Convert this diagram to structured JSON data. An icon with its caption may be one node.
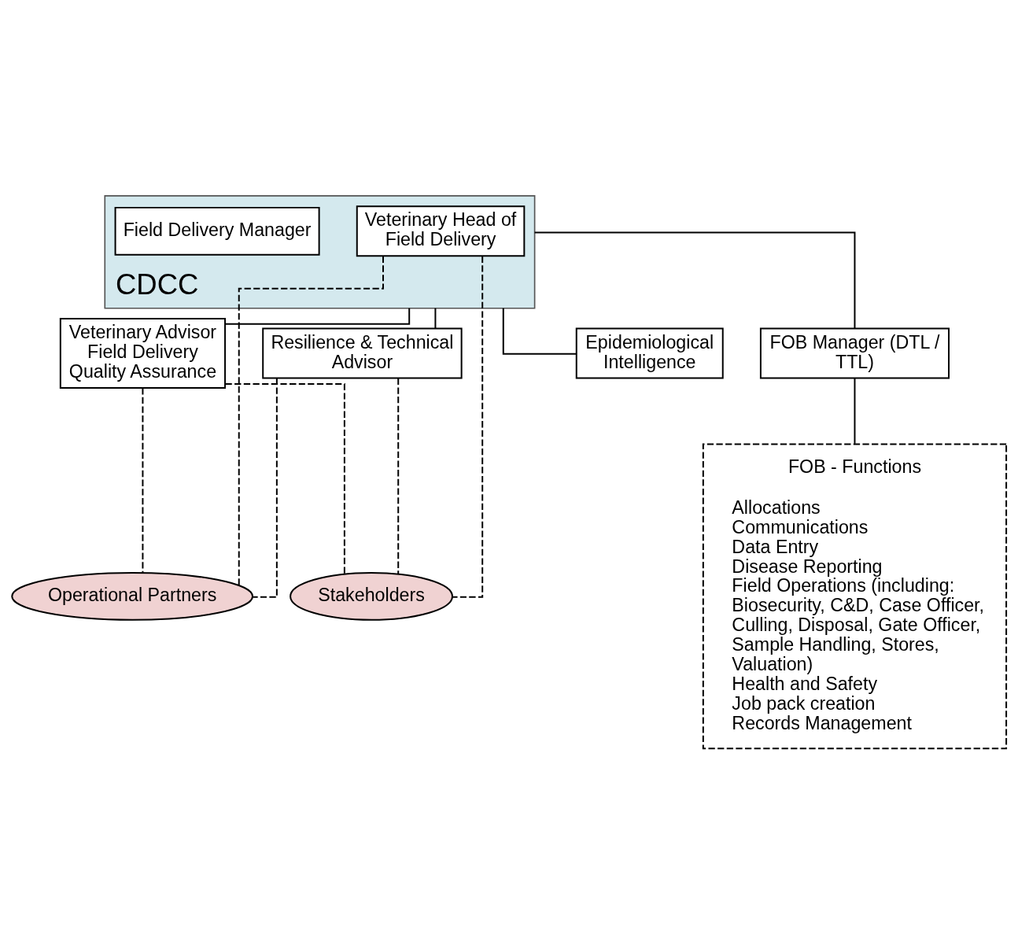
{
  "diagram": {
    "nodes": [
      {
        "text": [
          "CDCC"
        ]
      },
      {
        "text": [
          "Veterinary Head of Field Delivery"
        ],
        "in": 0
      },
      {
        "text": [
          "Field Delivery Manager"
        ],
        "in": 0
      },
      {
        "text": [
          "Veterinary Advisor Field Delivery",
          "Quality Assurance"
        ]
      },
      {
        "text": [
          "Resilience & Technical Advisor"
        ]
      },
      {
        "text": [
          "Epidemiological Intelligence"
        ]
      },
      {
        "text": [
          "FOB Manager (DTL / TTL)"
        ]
      },
      {
        "text": [
          "FOB - Functions",
          "Allocations",
          "Communications",
          "Data Entry",
          "Disease Reporting",
          "Field Operations (including: Biosecurity, C&D, Case Officer, Culling, Disposal, Gate Officer, Sample Handling, Stores, Valuation)",
          "Health and Safety",
          "Job pack creation",
          "Records Management"
        ]
      },
      {
        "text": [
          "Operational Partners"
        ]
      },
      {
        "text": [
          "Stakeholders"
        ]
      }
    ],
    "edges": [
      {
        "from": 0,
        "to": 3,
        "arrow": "none"
      },
      {
        "from": 0,
        "to": 4,
        "arrow": "none"
      },
      {
        "from": 0,
        "to": 5,
        "arrow": "none"
      },
      {
        "from": 0,
        "to": 6,
        "arrow": "none"
      },
      {
        "from": 6,
        "to": 7,
        "arrow": "none"
      },
      {
        "from": 3,
        "to": 8,
        "arrow": "none",
        "style": "dashed"
      },
      {
        "from": 3,
        "to": 9,
        "arrow": "none",
        "style": "dashed"
      },
      {
        "from": 4,
        "to": 8,
        "arrow": "none",
        "style": "dashed"
      },
      {
        "from": 4,
        "to": 9,
        "arrow": "none",
        "style": "dashed"
      },
      {
        "from": 1,
        "to": 8,
        "arrow": "none",
        "style": "dashed"
      },
      {
        "from": 1,
        "to": 9,
        "arrow": "none",
        "style": "dashed"
      }
    ]
  }
}
